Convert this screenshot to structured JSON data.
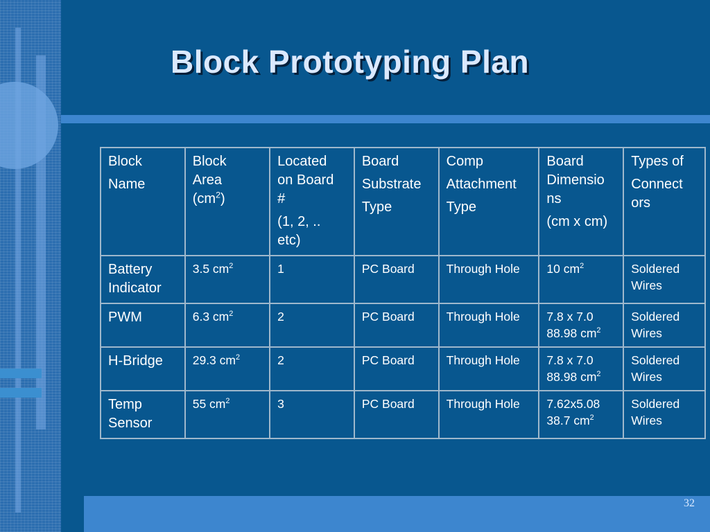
{
  "slide": {
    "title": "Block Prototyping Plan",
    "page_number": "32"
  },
  "table": {
    "header": {
      "block_name": [
        "Block",
        "Name"
      ],
      "block_area": [
        "Block",
        "Area",
        "(cm",
        "2",
        ")"
      ],
      "located": [
        "Located",
        "on Board",
        "#",
        "(1, 2, ..",
        "etc)"
      ],
      "substrate": [
        "Board",
        "Substrate",
        "Type"
      ],
      "attachment": [
        "Comp",
        "Attachment",
        "Type"
      ],
      "dimensions": [
        "Board",
        "Dimensio",
        "ns",
        "(cm x cm)"
      ],
      "connectors": [
        "Types of",
        "Connect",
        "ors"
      ]
    },
    "rows": [
      {
        "name": [
          "Battery",
          "Indicator"
        ],
        "area": "3.5 cm",
        "board": "1",
        "substrate": "PC Board",
        "attachment": "Through Hole",
        "dim1": "10 cm",
        "dim2": "",
        "connectors": [
          "Soldered",
          "Wires"
        ]
      },
      {
        "name": [
          "PWM"
        ],
        "area": "6.3 cm",
        "board": "2",
        "substrate": "PC Board",
        "attachment": "Through Hole",
        "dim1": "7.8 x 7.0",
        "dim2": "88.98 cm",
        "connectors": [
          "Soldered",
          "Wires"
        ]
      },
      {
        "name": [
          "H-Bridge"
        ],
        "area": "29.3 cm",
        "board": "2",
        "substrate": "PC Board",
        "attachment": "Through Hole",
        "dim1": "7.8 x 7.0",
        "dim2": "88.98 cm",
        "connectors": [
          "Soldered",
          "Wires"
        ]
      },
      {
        "name": [
          "Temp",
          "Sensor"
        ],
        "area": "55 cm",
        "board": "3",
        "substrate": "PC Board",
        "attachment": "Through Hole",
        "dim1": "7.62x5.08",
        "dim2": "38.7 cm",
        "connectors": [
          "Soldered",
          "Wires"
        ]
      }
    ],
    "superscript": "2"
  },
  "colors": {
    "background": "#08578f",
    "accent": "#3d86cf",
    "title": "#dbe9ff"
  }
}
